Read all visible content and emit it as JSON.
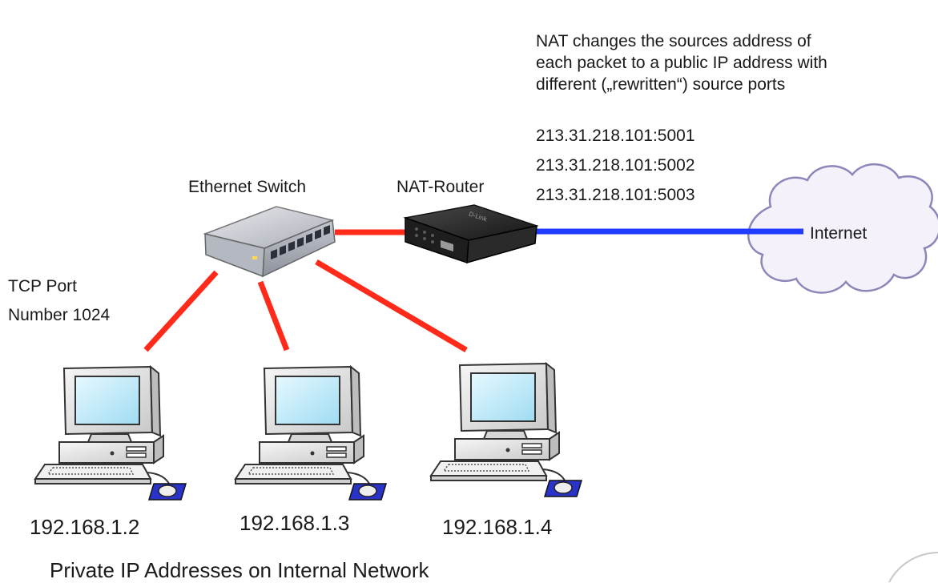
{
  "nat_note": {
    "line1": "NAT changes the sources address of",
    "line2": "each packet to a public IP address with",
    "line3": "different („rewritten“) source ports"
  },
  "public_addresses": [
    "213.31.218.101:5001",
    "213.31.218.101:5002",
    "213.31.218.101:5003"
  ],
  "switch_label": "Ethernet Switch",
  "router_label": "NAT-Router",
  "router_brand": "D-Link",
  "internet_label": "Internet",
  "tcp_port": {
    "line1": "TCP Port",
    "line2": "Number 1024"
  },
  "hosts": [
    {
      "ip": "192.168.1.2"
    },
    {
      "ip": "192.168.1.3"
    },
    {
      "ip": "192.168.1.4"
    }
  ],
  "footer": "Private IP Addresses on Internal Network",
  "colors": {
    "lan_link": "#ff2a1a",
    "wan_link": "#1f3cff",
    "cloud_fill": "#f4f1fb",
    "cloud_stroke": "#8e86b8",
    "screen": "#cfeefb",
    "pc_body": "#ececec",
    "mousepad": "#2a33c8"
  }
}
